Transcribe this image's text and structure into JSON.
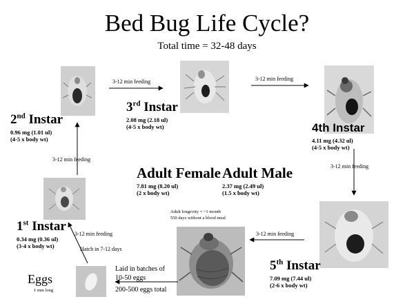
{
  "title": "Bed Bug Life Cycle?",
  "subtitle": "Total time = 32-48 days",
  "feeding_label": "3-12 min  feeding",
  "stages": {
    "instar2": {
      "prefix": "2",
      "sup": "nd",
      "name": " Instar",
      "mass": "0.96 mg (1.01 ul)",
      "ratio": "(4-5 x body wt)"
    },
    "instar3": {
      "prefix": "3",
      "sup": "rd",
      "name": " Instar",
      "mass": "2.08 mg (2.18 ul)",
      "ratio": "(4-5 x body wt)"
    },
    "instar4": {
      "name": "4th Instar",
      "mass": "4.11 mg (4.32 ul)",
      "ratio": "(4-5 x body wt)"
    },
    "instar1": {
      "prefix": "1",
      "sup": "st",
      "name": " Instar",
      "mass": "0.34 mg (0.36 ul)",
      "ratio": "(3-4 x body wt)"
    },
    "instar5": {
      "prefix": "5",
      "sup": "th",
      "name": " Instar",
      "mass": "7.09 mg (7.44 ul)",
      "ratio": "(2-6 x body wt)"
    },
    "female": {
      "name": "Adult Female",
      "mass": "7.81 mg (8.20 ul)",
      "ratio": "(2 x body wt)"
    },
    "male": {
      "name": "Adult Male",
      "mass": "2.37 mg (2.49 ul)",
      "ratio": "(1.5 x body wt)"
    }
  },
  "eggs": {
    "name": "Eggs",
    "size": "1 mm long"
  },
  "notes": {
    "hatch": "Hatch in 7-12 days",
    "longevity": "Adult longevity = ~1 month",
    "survival": "550 days without a blood meal",
    "batch_line1": "Laid in batches of",
    "batch_line2": "10-50 eggs",
    "batch_total": "200-500 eggs total"
  }
}
